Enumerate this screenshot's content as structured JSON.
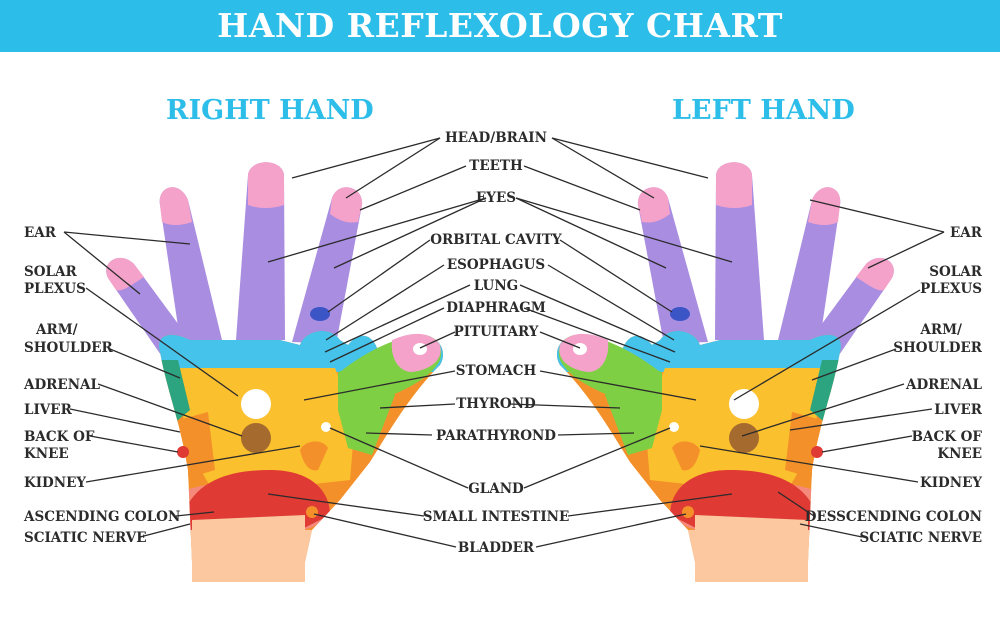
{
  "title": "HAND REFLEXOLOGY CHART",
  "right_hand_title": "RIGHT HAND",
  "left_hand_title": "LEFT HAND",
  "center_labels": {
    "head_brain": "HEAD/BRAIN",
    "teeth": "TEETH",
    "eyes": "EYES",
    "orbital_cavity": "ORBITAL CAVITY",
    "esophagus": "ESOPHAGUS",
    "lung": "LUNG",
    "diaphragm": "DIAPHRAGM",
    "pituitary": "PITUITARY",
    "stomach": "STOMACH",
    "thyrond": "THYROND",
    "parathyrond": "PARATHYROND",
    "gland": "GLAND",
    "small_intestine": "SMALL INTESTINE",
    "bladder": "BLADDER"
  },
  "left_labels": {
    "ear": "EAR",
    "solar_plexus_1": "SOLAR",
    "solar_plexus_2": "PLEXUS",
    "arm_shoulder_1": "ARM/",
    "arm_shoulder_2": "SHOULDER",
    "adrenal": "ADRENAL",
    "liver": "LIVER",
    "back_of_knee_1": "BACK OF",
    "back_of_knee_2": "KNEE",
    "kidney": "KIDNEY",
    "ascending_colon": "ASCENDING COLON",
    "sciatic_nerve": "SCIATIC NERVE"
  },
  "right_labels": {
    "ear": "EAR",
    "solar_plexus_1": "SOLAR",
    "solar_plexus_2": "PLEXUS",
    "arm_shoulder_1": "ARM/",
    "arm_shoulder_2": "SHOULDER",
    "adrenal": "ADRENAL",
    "liver": "LIVER",
    "back_of_knee_1": "BACK OF",
    "back_of_knee_2": "KNEE",
    "kidney": "KIDNEY",
    "descending_colon": "DESSCENDING COLON",
    "sciatic_nerve": "SCIATIC NERVE"
  },
  "colors": {
    "banner": "#2dbde9",
    "title_accent": "#2dbde9",
    "finger_purple": "#a98de0",
    "fingertip_pink": "#f5a2cb",
    "band_blue": "#45c3ea",
    "palm_yellow": "#fbc02d",
    "palm_orange": "#f4902a",
    "thumb_green": "#7fcf44",
    "wrist_skin": "#fbc8a0",
    "intestine_red": "#e03a35",
    "eye_navy": "#3b55c7",
    "solar_plexus_white": "#ffffff",
    "adrenal_brown": "#a56a2e",
    "dark_green": "#2ba47f"
  }
}
